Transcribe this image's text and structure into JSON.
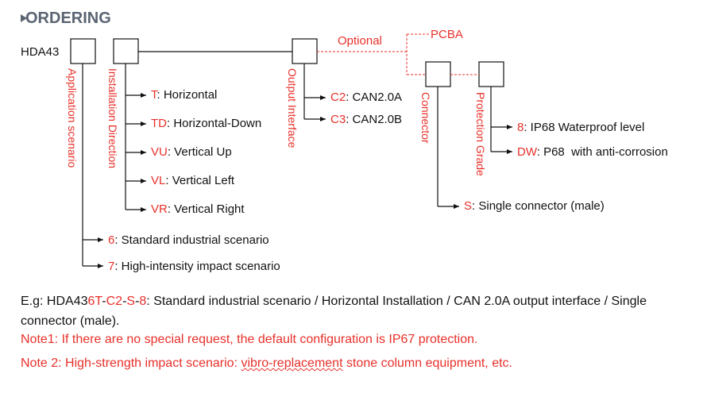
{
  "title": "ORDERING",
  "prefix": "HDA43",
  "optional_label": "Optional",
  "pcba_label": "PCBA",
  "fields": {
    "application": "Application scenario",
    "installation": "Installation Direction",
    "output": "Output Interface",
    "connector": "Connector",
    "protection": "Protection Grade"
  },
  "installation_options": [
    {
      "code": "T",
      "desc": ": Horizontal"
    },
    {
      "code": "TD",
      "desc": ": Horizontal-Down"
    },
    {
      "code": "VU",
      "desc": ": Vertical Up"
    },
    {
      "code": "VL",
      "desc": ": Vertical Left"
    },
    {
      "code": "VR",
      "desc": ": Vertical Right"
    }
  ],
  "application_options": [
    {
      "code": "6",
      "desc": ": Standard industrial scenario"
    },
    {
      "code": "7",
      "desc": ": High-intensity impact scenario"
    }
  ],
  "output_options": [
    {
      "code": "C2",
      "desc": ": CAN2.0A"
    },
    {
      "code": "C3",
      "desc": ": CAN2.0B"
    }
  ],
  "protection_options": [
    {
      "code": "8",
      "desc": ": IP68 Waterproof level"
    },
    {
      "code": "DW",
      "desc": ": P68  with anti-corrosion"
    }
  ],
  "connector_options": [
    {
      "code": "S",
      "desc": ": Single connector (male)"
    }
  ],
  "example": {
    "prefix": "E.g: HDA43",
    "code_parts": [
      "6",
      "T",
      "-",
      "C2",
      "-",
      "S",
      "-",
      "8"
    ],
    "text": ":  Standard industrial scenario / Horizontal Installation / CAN 2.0A output interface / Single connector (male)."
  },
  "note1": "Note1: If there are no special request, the default configuration is IP67 protection.",
  "note2_before": "Note 2: High-strength impact scenario: ",
  "note2_underlined": "vibro-replacement",
  "note2_after": " stone column equipment, etc."
}
